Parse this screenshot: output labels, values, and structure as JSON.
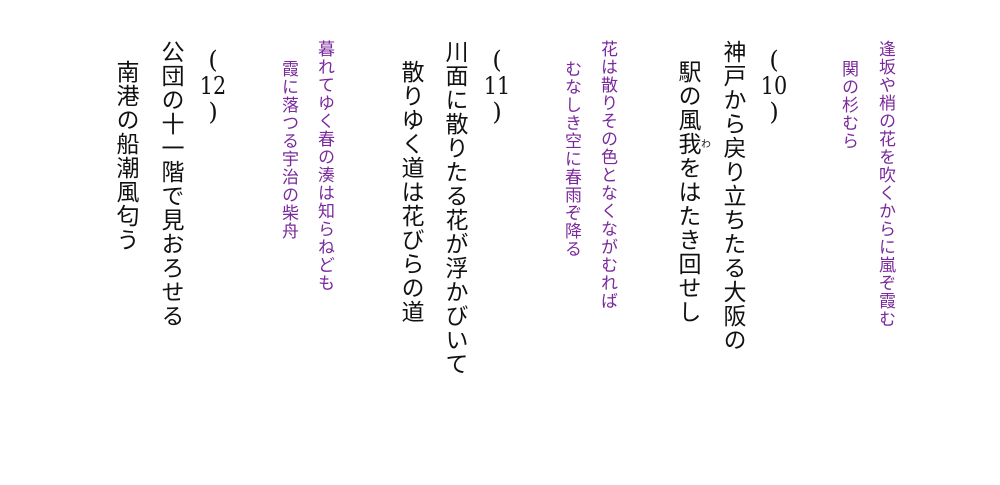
{
  "columns": [
    {
      "id": "p1a",
      "type": "poem",
      "text": "逢坂や梢の花を吹くからに嵐ぞ霞む"
    },
    {
      "id": "p1b",
      "type": "poem",
      "text": "関の杉むら"
    },
    {
      "id": "n10",
      "type": "number",
      "text": "10"
    },
    {
      "id": "s10a",
      "type": "main",
      "text": "神戸から戻り立ちたる大阪の"
    },
    {
      "id": "s10b",
      "type": "main",
      "before": "駅の風",
      "ruby_base": "我",
      "ruby_text": "わ",
      "after": "をはたき回せし"
    },
    {
      "id": "p2a",
      "type": "poem",
      "text": "花は散りその色となくながむれば"
    },
    {
      "id": "p2b",
      "type": "poem",
      "text": "むなしき空に春雨ぞ降る"
    },
    {
      "id": "n11",
      "type": "number",
      "text": "11"
    },
    {
      "id": "s11a",
      "type": "main",
      "text": "川面に散りたる花が浮かびいて"
    },
    {
      "id": "s11b",
      "type": "main",
      "text": "散りゆく道は花びらの道"
    },
    {
      "id": "p3a",
      "type": "poem",
      "text": "暮れてゆく春の湊は知らねども"
    },
    {
      "id": "p3b",
      "type": "poem",
      "text": "霞に落つる宇治の柴舟"
    },
    {
      "id": "n12",
      "type": "number",
      "text": "12"
    },
    {
      "id": "s12a",
      "type": "main",
      "text": "公団の十一階で見おろせる"
    },
    {
      "id": "s12b",
      "type": "main",
      "text": "南港の船潮風匂う"
    }
  ],
  "colors": {
    "poem": "#7a2a9c",
    "main": "#111111",
    "background": "#ffffff"
  }
}
